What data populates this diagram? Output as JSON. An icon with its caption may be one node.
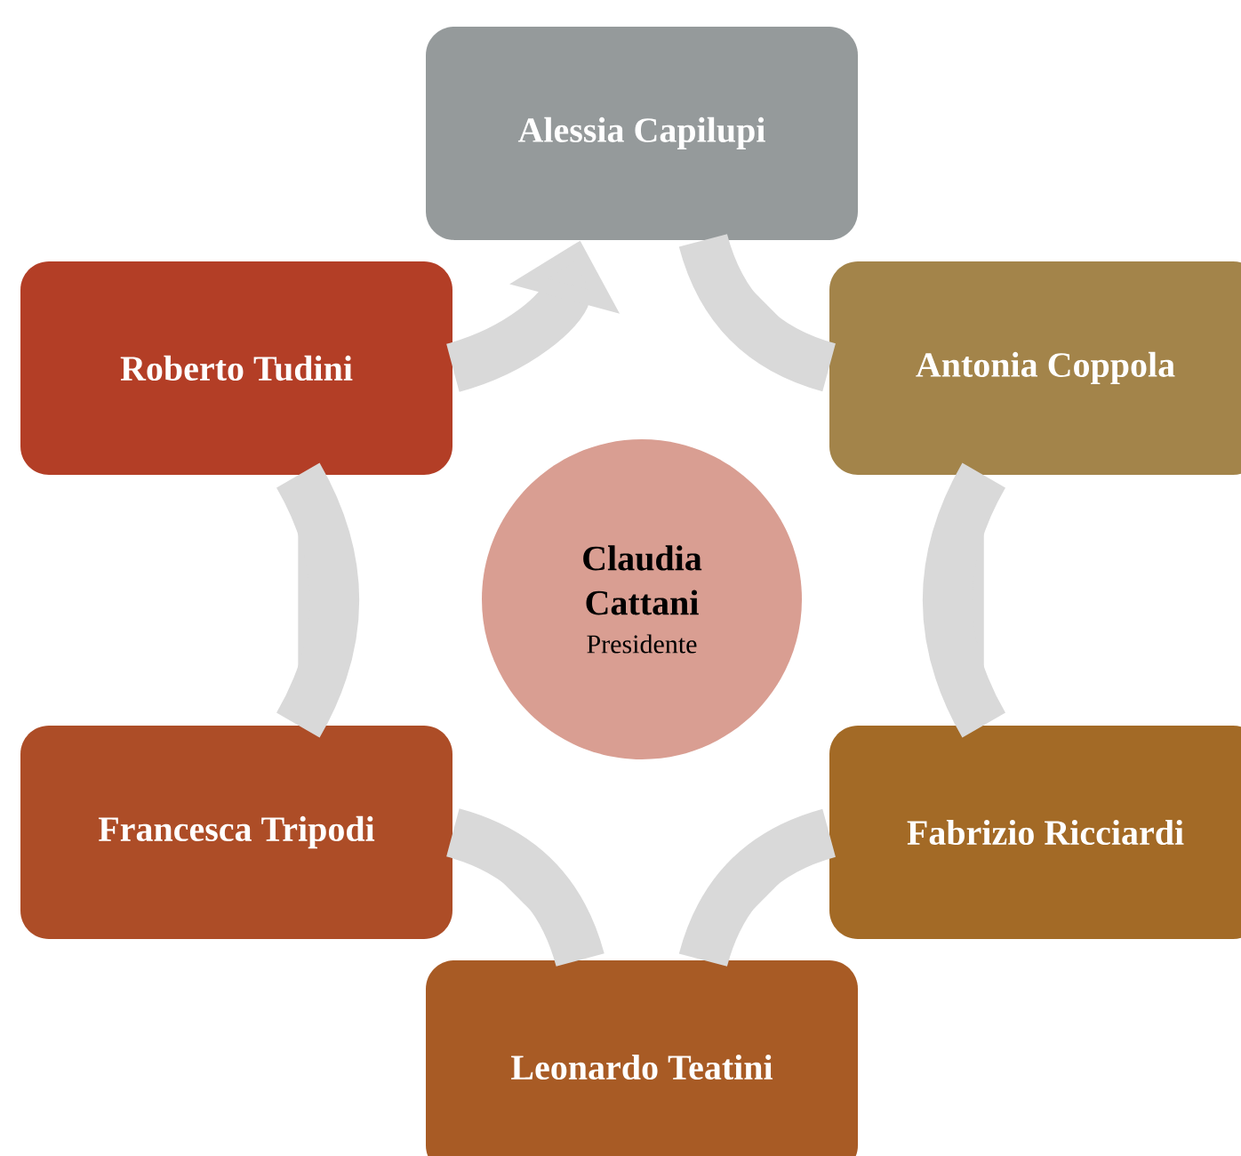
{
  "diagram": {
    "nodes": [
      {
        "text": [
          "Alessia Capilupi"
        ]
      },
      {
        "text": [
          "Antonia Coppola"
        ]
      },
      {
        "text": [
          "Fabrizio Ricciardi"
        ]
      },
      {
        "text": [
          "Leonardo Teatini"
        ]
      },
      {
        "text": [
          "Francesca Tripodi"
        ]
      },
      {
        "text": [
          "Roberto Tudini"
        ]
      },
      {
        "text": [
          "Claudia Cattani",
          "Presidente"
        ]
      }
    ],
    "edges": [
      {
        "from": 0,
        "to": 1,
        "arrow": "none"
      },
      {
        "from": 1,
        "to": 2,
        "arrow": "none"
      },
      {
        "from": 2,
        "to": 3,
        "arrow": "none"
      },
      {
        "from": 3,
        "to": 4,
        "arrow": "none"
      },
      {
        "from": 4,
        "to": 5,
        "arrow": "none"
      },
      {
        "from": 5,
        "to": 0,
        "arrow": "to"
      }
    ]
  }
}
